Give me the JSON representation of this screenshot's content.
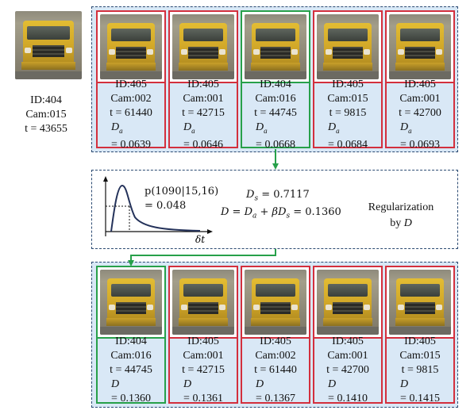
{
  "query": {
    "id": "ID:404",
    "cam": "Cam:015",
    "t": "t = 43655"
  },
  "top_results": [
    {
      "id": "ID:405",
      "cam": "Cam:002",
      "t": "t = 61440",
      "score": "= 0.0639",
      "match": false
    },
    {
      "id": "ID:405",
      "cam": "Cam:001",
      "t": "t = 42715",
      "score": "= 0.0646",
      "match": false
    },
    {
      "id": "ID:404",
      "cam": "Cam:016",
      "t": "t = 44745",
      "score": "= 0.0668",
      "match": true
    },
    {
      "id": "ID:405",
      "cam": "Cam:015",
      "t": "t = 9815",
      "score": "= 0.0684",
      "match": false
    },
    {
      "id": "ID:405",
      "cam": "Cam:001",
      "t": "t = 42700",
      "score": "= 0.0693",
      "match": false
    }
  ],
  "top_score_symbol": "D",
  "top_score_sub": "a",
  "middle": {
    "prob_label": "p(1090|15,16)",
    "prob_value": "= 0.048",
    "axis_label": "δt",
    "ds_symbol": "D",
    "ds_sub": "s",
    "ds_value": "= 0.7117",
    "d_equation": "D = D",
    "d_eq_sub_a": "a",
    "d_eq_mid": " + βD",
    "d_eq_sub_s": "s",
    "d_eq_end": " = 0.1360",
    "reg_line1": "Regularization",
    "reg_line2_prefix": "by ",
    "reg_line2_symbol": "D"
  },
  "bottom_results": [
    {
      "id": "ID:404",
      "cam": "Cam:016",
      "t": "t = 44745",
      "score": "= 0.1360",
      "match": true
    },
    {
      "id": "ID:405",
      "cam": "Cam:001",
      "t": "t = 42715",
      "score": "= 0.1361",
      "match": false
    },
    {
      "id": "ID:405",
      "cam": "Cam:002",
      "t": "t = 61440",
      "score": "= 0.1367",
      "match": false
    },
    {
      "id": "ID:405",
      "cam": "Cam:001",
      "t": "t = 42700",
      "score": "= 0.1410",
      "match": false
    },
    {
      "id": "ID:405",
      "cam": "Cam:015",
      "t": "t = 9815",
      "score": "= 0.1415",
      "match": false
    }
  ],
  "bottom_score_symbol": "D",
  "colors": {
    "match_border": "#27a04a",
    "nonmatch_border": "#d32f3d",
    "panel_fill": "#d9e8f6",
    "panel_border": "#2b4a72",
    "curve": "#24325a"
  }
}
